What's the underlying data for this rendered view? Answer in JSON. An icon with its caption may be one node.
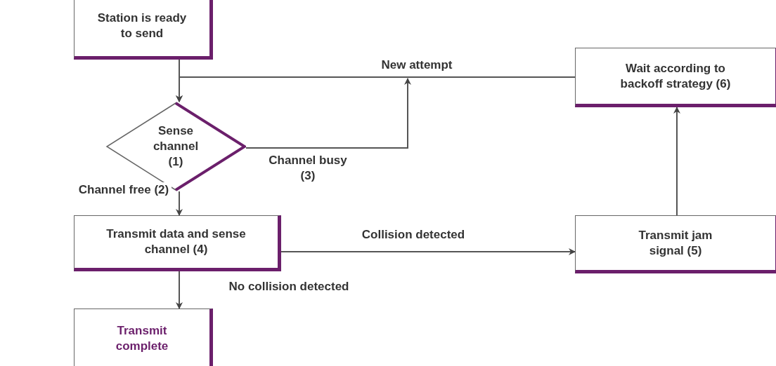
{
  "diagram": {
    "nodes": [
      {
        "text": [
          "Station is ready to send"
        ]
      },
      {
        "text": [
          "Sense channel (1)"
        ]
      },
      {
        "text": [
          "Transmit data and sense channel (4)"
        ]
      },
      {
        "text": [
          "Transmit complete"
        ]
      },
      {
        "text": [
          "Wait according to backoff strategy (6)"
        ]
      },
      {
        "text": [
          "Transmit jam signal (5)"
        ]
      }
    ],
    "edges": [
      {
        "from": 0,
        "to": 1,
        "arrow": "to"
      },
      {
        "from": 4,
        "to": 1,
        "label": "New attempt",
        "arrow": "to"
      },
      {
        "from": 1,
        "to": null,
        "label": "Channel busy (3)",
        "arrow": "to"
      },
      {
        "from": 1,
        "to": 2,
        "label": "Channel free (2)",
        "arrow": "to"
      },
      {
        "from": 2,
        "to": 5,
        "label": "Collision detected",
        "arrow": "to"
      },
      {
        "from": 5,
        "to": 4,
        "arrow": "to"
      },
      {
        "from": 2,
        "to": 3,
        "label": "No collision detected",
        "arrow": "to"
      }
    ]
  }
}
